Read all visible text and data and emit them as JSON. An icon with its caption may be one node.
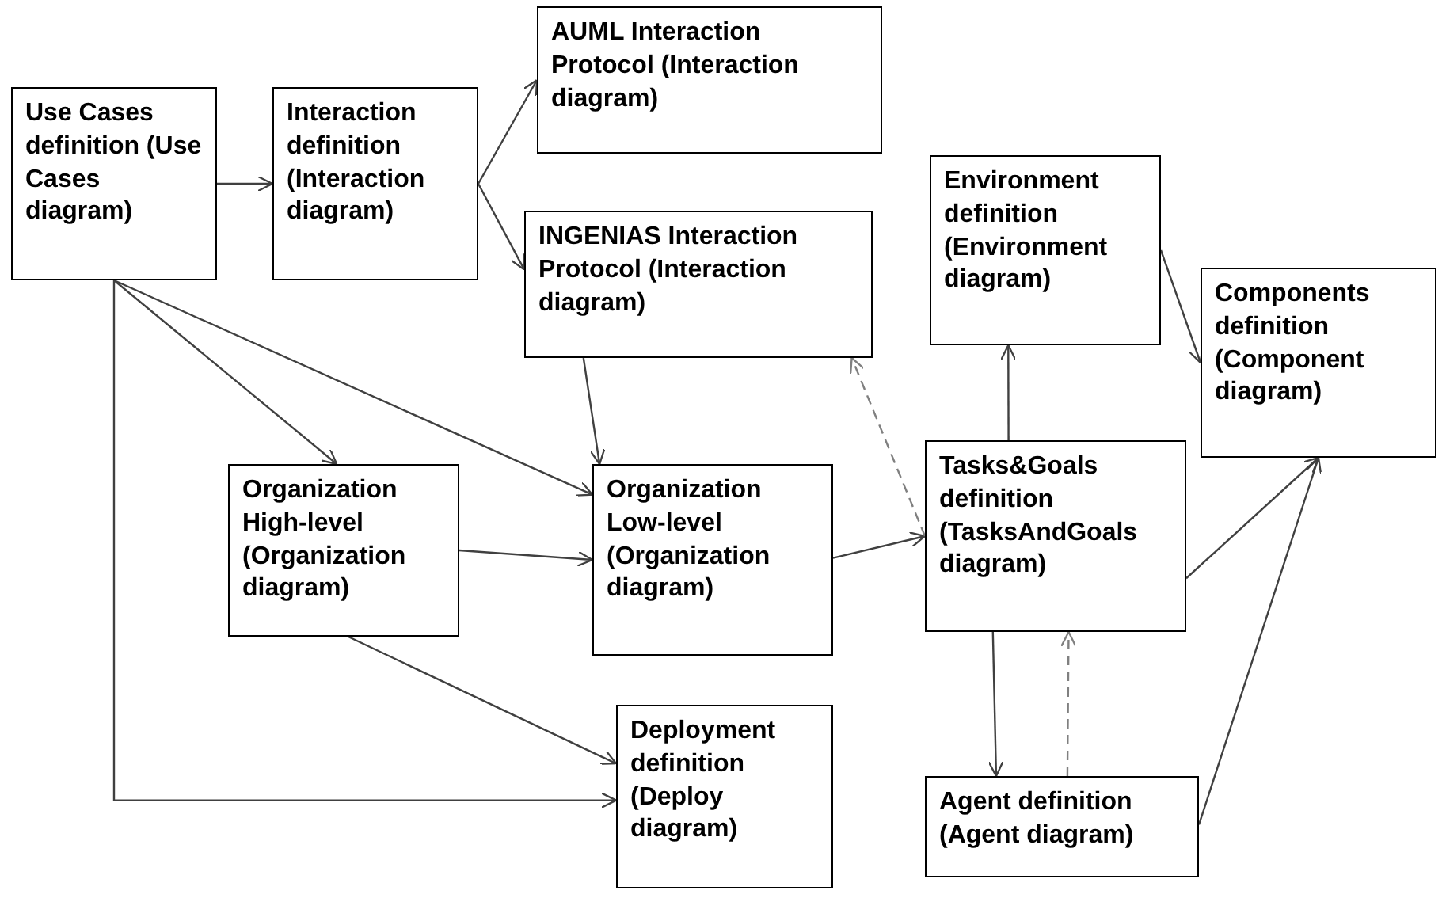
{
  "diagram": {
    "nodes": [
      {
        "text": [
          "Use Cases definition (Use Cases diagram)"
        ]
      },
      {
        "text": [
          "Interaction definition (Interaction diagram)"
        ]
      },
      {
        "text": [
          "AUML Interaction Protocol (Interaction diagram)"
        ]
      },
      {
        "text": [
          "INGENIAS Interaction Protocol (Interaction diagram)"
        ]
      },
      {
        "text": [
          "Environment definition (Environment diagram)"
        ]
      },
      {
        "text": [
          "Components definition (Component diagram)"
        ]
      },
      {
        "text": [
          "Organization High-level (Organization diagram)"
        ]
      },
      {
        "text": [
          "Organization Low-level (Organization diagram)"
        ]
      },
      {
        "text": [
          "Tasks&Goals definition (TasksAndGoals diagram)"
        ]
      },
      {
        "text": [
          "Deployment definition (Deploy diagram)"
        ]
      },
      {
        "text": [
          "Agent definition (Agent diagram)"
        ]
      }
    ],
    "edges": [
      {
        "from": 0,
        "to": 1,
        "arrow": "to"
      },
      {
        "from": 1,
        "to": 2,
        "arrow": "to"
      },
      {
        "from": 1,
        "to": 3,
        "arrow": "to"
      },
      {
        "from": 0,
        "to": 6,
        "arrow": "to"
      },
      {
        "from": 0,
        "to": 7,
        "arrow": "to"
      },
      {
        "from": 0,
        "to": 9,
        "arrow": "to"
      },
      {
        "from": 3,
        "to": 7,
        "arrow": "to"
      },
      {
        "from": 6,
        "to": 7,
        "arrow": "to"
      },
      {
        "from": 6,
        "to": 9,
        "arrow": "to"
      },
      {
        "from": 7,
        "to": 8,
        "arrow": "to"
      },
      {
        "from": 8,
        "to": 3,
        "arrow": "to",
        "style": "dashed",
        "color": "#808080"
      },
      {
        "from": 8,
        "to": 4,
        "arrow": "to"
      },
      {
        "from": 4,
        "to": 5,
        "arrow": "to"
      },
      {
        "from": 8,
        "to": 5,
        "arrow": "to"
      },
      {
        "from": 10,
        "to": 5,
        "arrow": "to"
      },
      {
        "from": 8,
        "to": 10,
        "arrow": "to"
      },
      {
        "from": 10,
        "to": 8,
        "arrow": "to",
        "style": "dashed",
        "color": "#808080"
      }
    ]
  }
}
